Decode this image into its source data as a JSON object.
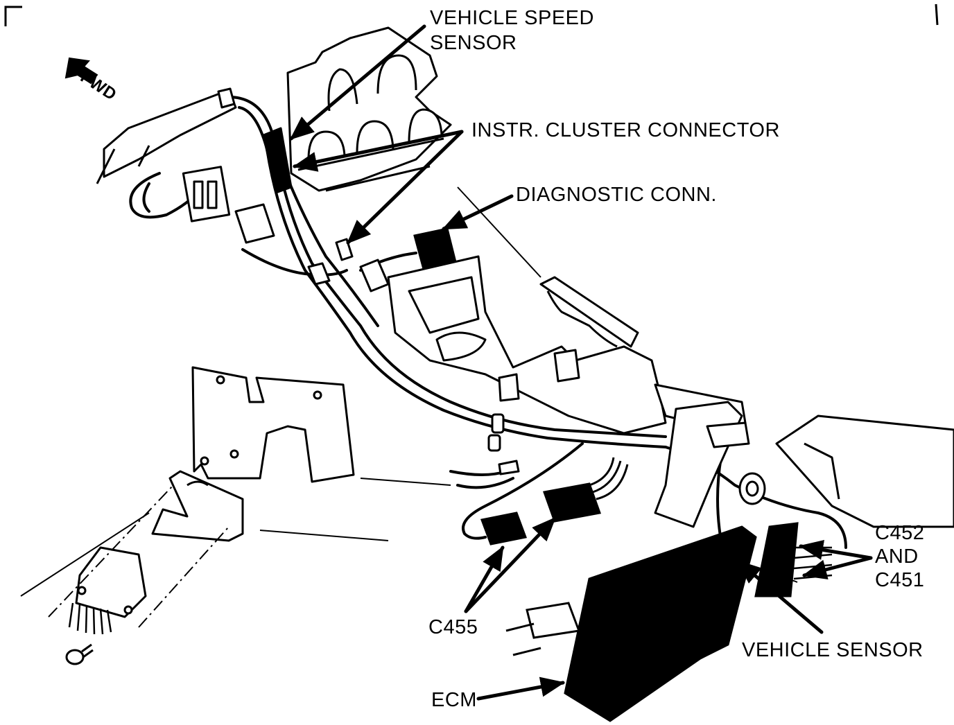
{
  "labels": {
    "vehicle_speed_sensor": [
      "VEHICLE SPEED",
      "SENSOR"
    ],
    "instr_cluster_connector": "INSTR. CLUSTER CONNECTOR",
    "diagnostic_conn": "DIAGNOSTIC CONN.",
    "c452_c451": [
      "C452",
      "AND",
      "C451"
    ],
    "c455": "C455",
    "vehicle_sensor": "VEHICLE SENSOR",
    "ecm": "ECM",
    "fwd": "FWD"
  },
  "colors": {
    "ink": "#000000",
    "paper": "#ffffff"
  },
  "icons": {
    "forward_arrow": "fwd-arrow-icon",
    "screw": "screw-icon"
  }
}
